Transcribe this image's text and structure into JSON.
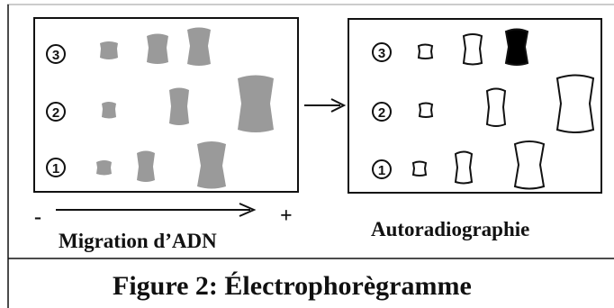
{
  "left_panel": {
    "lanes": [
      {
        "label": "③"
      },
      {
        "label": "②"
      },
      {
        "label": "①"
      }
    ],
    "minus_sign": "-",
    "plus_sign": "+",
    "caption": "Migration d’ADN",
    "band_color": "#9a9a9a"
  },
  "right_panel": {
    "lanes": [
      {
        "label": "③"
      },
      {
        "label": "②"
      },
      {
        "label": "①"
      }
    ],
    "caption": "Autoradiographie",
    "filled_band_color": "#000000"
  },
  "figure_title": "Figure 2: Électrophorègramme"
}
